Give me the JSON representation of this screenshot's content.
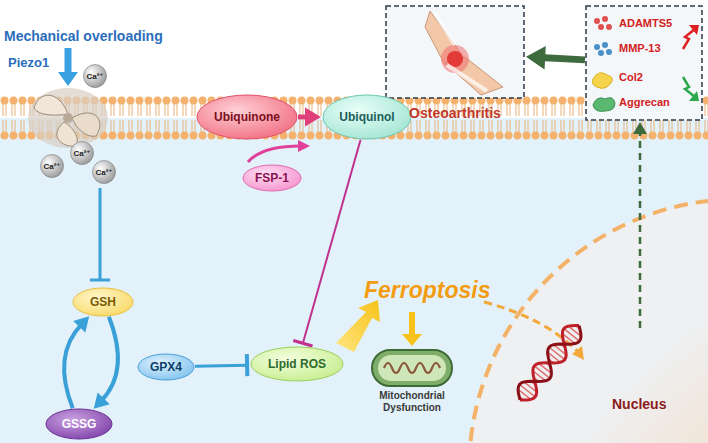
{
  "diagram": {
    "nodes": [
      {
        "text": [
          "Osteoarthritis"
        ]
      },
      {
        "text": [
          "ADAMTS5",
          "MMP-13",
          "Col2",
          "Aggrecan"
        ]
      },
      {
        "text": [
          "Ca²⁺"
        ]
      },
      {
        "text": [
          "Ubiquinone"
        ]
      },
      {
        "text": [
          "Ubiquinol"
        ]
      },
      {
        "text": [
          "Ca²⁺"
        ]
      },
      {
        "text": [
          "Ca²⁺"
        ]
      },
      {
        "text": [
          "Ca²⁺"
        ]
      },
      {
        "text": [
          "FSP-1"
        ]
      },
      {
        "text": [
          "GSH"
        ]
      },
      {
        "text": [
          "GPX4"
        ]
      },
      {
        "text": [
          "Lipid ROS"
        ]
      },
      {
        "text": [
          "GSSG"
        ]
      }
    ],
    "edges": [
      {
        "from": 3,
        "to": 4,
        "arrow": "to"
      },
      {
        "from": 4,
        "to": 11,
        "arrow": "to"
      },
      {
        "from": 10,
        "to": 11,
        "arrow": "to"
      },
      {
        "from": 9,
        "to": 12,
        "arrow": "to"
      },
      {
        "from": 12,
        "to": 9,
        "arrow": "to"
      },
      {
        "from": 1,
        "to": 0,
        "arrow": "to"
      }
    ],
    "labels": [
      "Mechanical overloading",
      "Piezo1",
      "Ferroptosis",
      "Mitochondrial Dysfunction",
      "Nucleus"
    ]
  }
}
